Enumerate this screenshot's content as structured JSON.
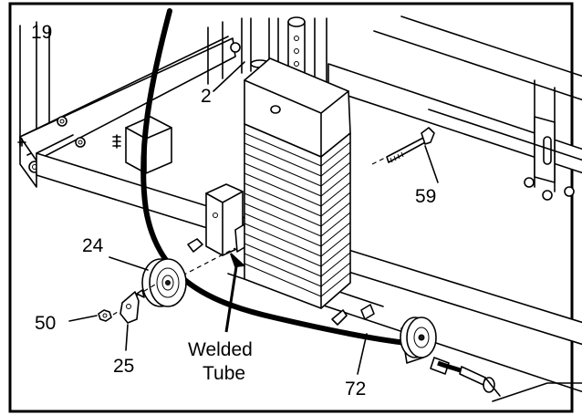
{
  "figure_number": "19",
  "part_labels": {
    "p2": "2",
    "p59": "59",
    "p24": "24",
    "p50": "50",
    "p25": "25",
    "p72": "72",
    "welded_line1": "Welded",
    "welded_line2": "Tube"
  }
}
